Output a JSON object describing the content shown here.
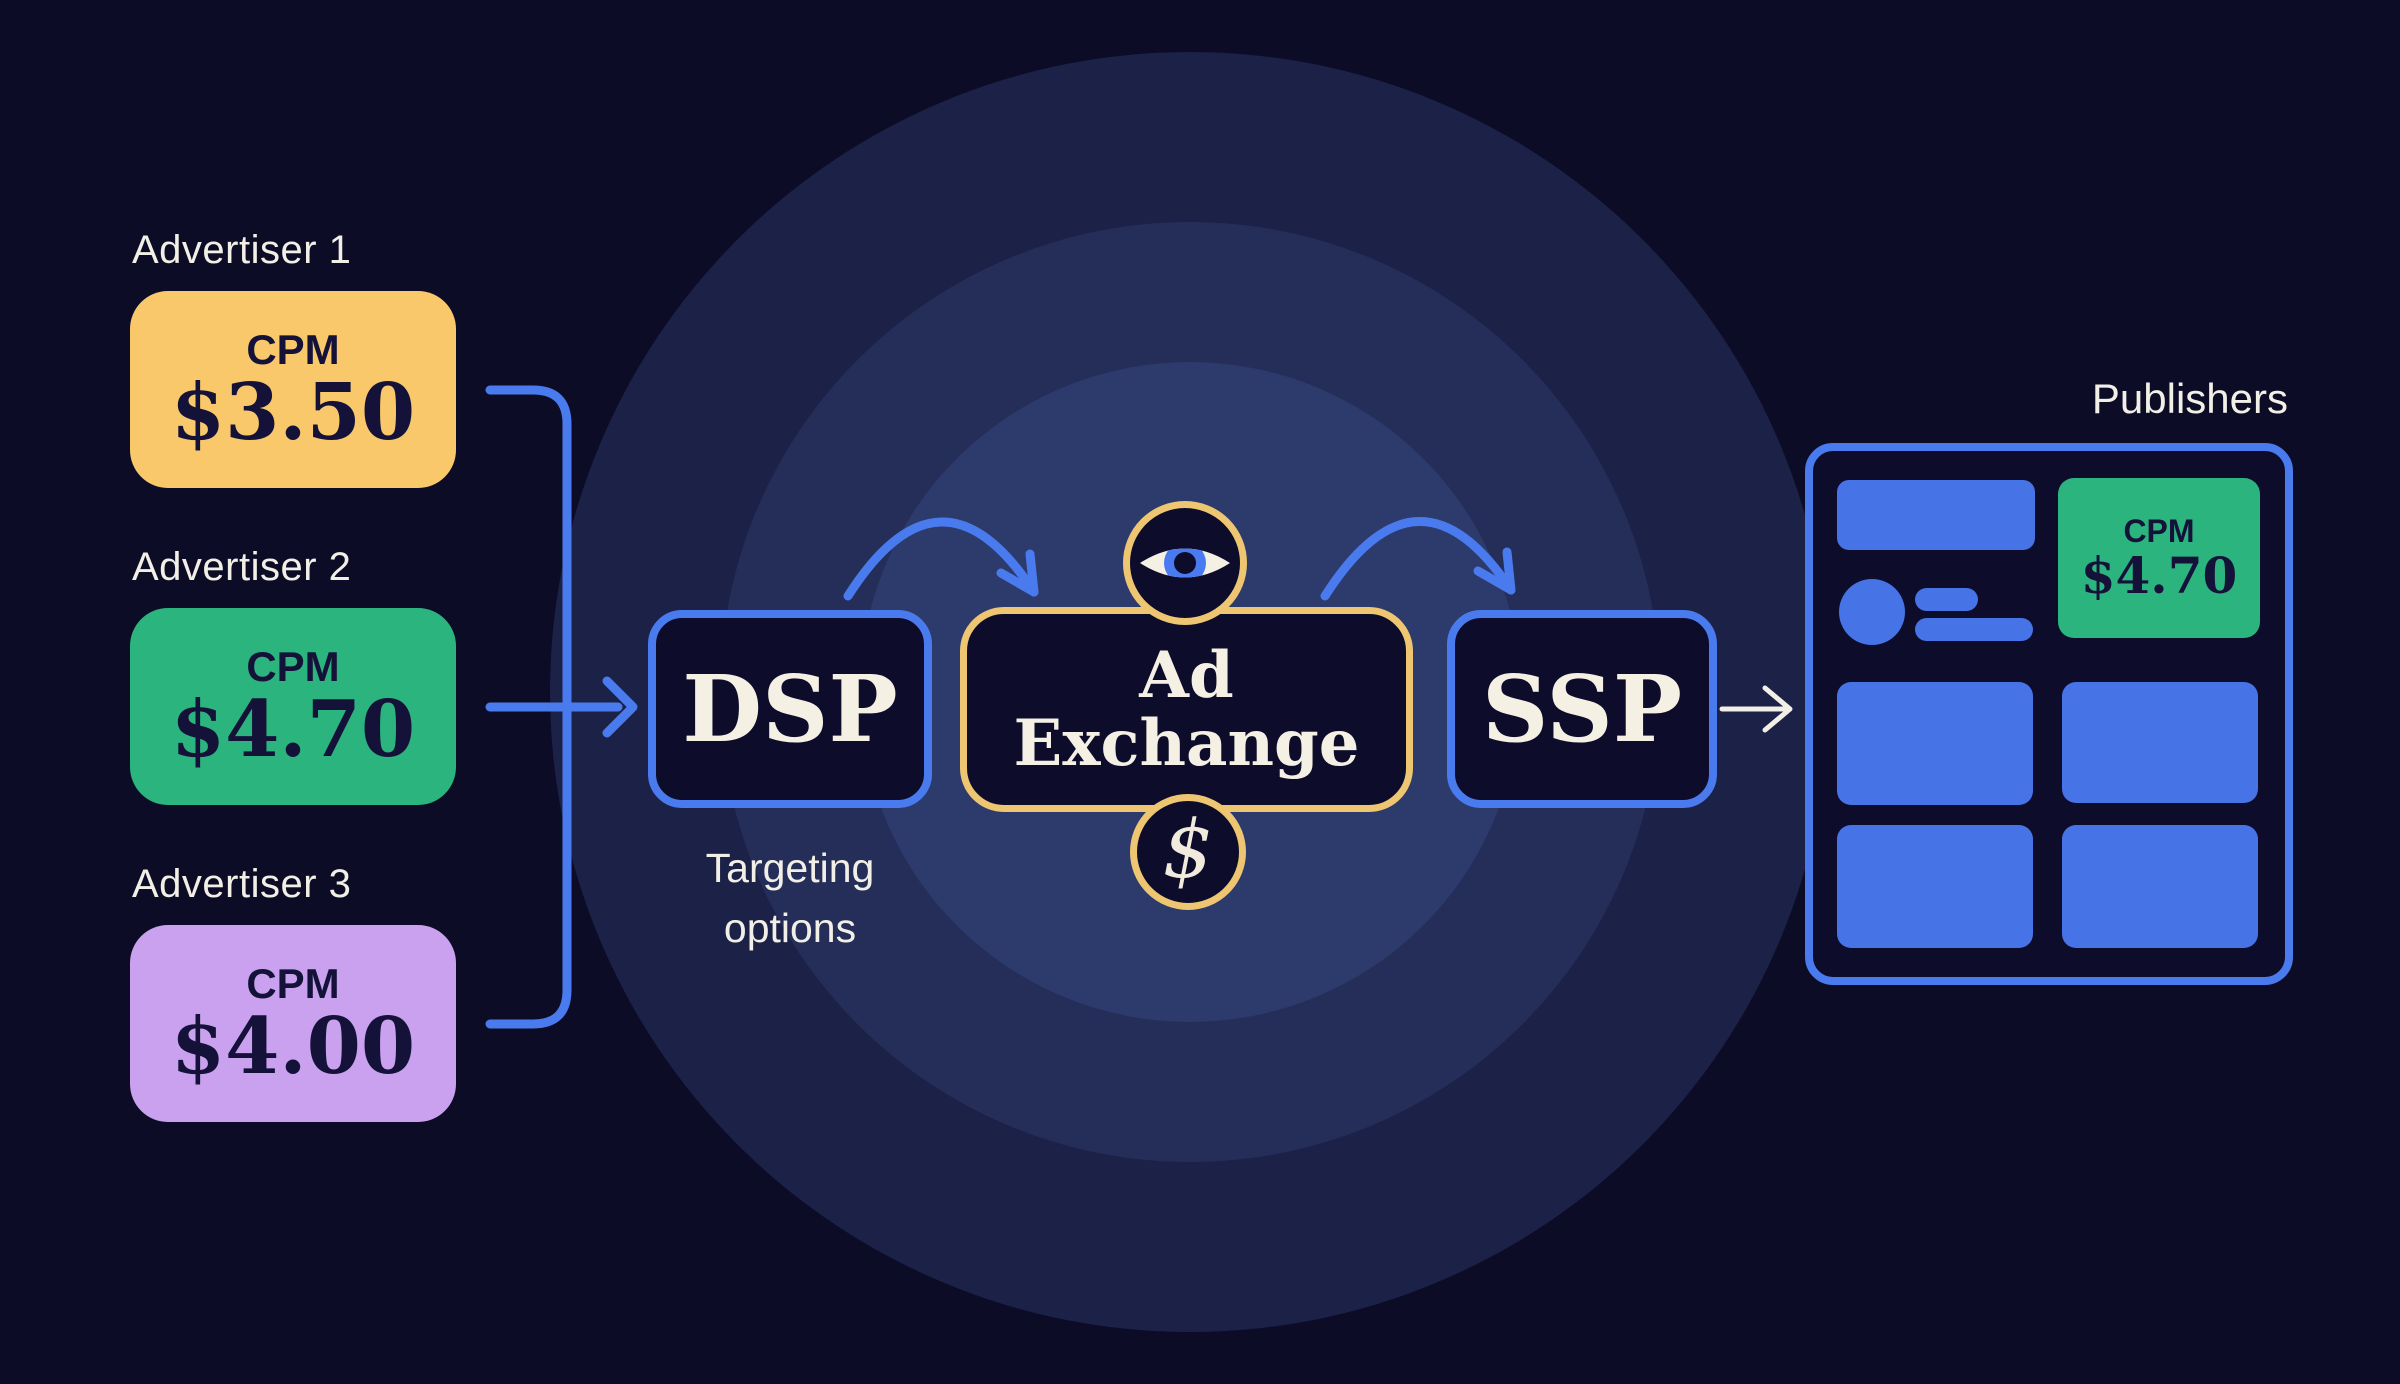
{
  "advertisers": [
    {
      "name": "Advertiser 1",
      "cpm_label": "CPM",
      "cpm_value": "$3.50",
      "card_color": "#f9c86b"
    },
    {
      "name": "Advertiser 2",
      "cpm_label": "CPM",
      "cpm_value": "$4.70",
      "card_color": "#2bb47e"
    },
    {
      "name": "Advertiser 3",
      "cpm_label": "CPM",
      "cpm_value": "$4.00",
      "card_color": "#c9a1ee"
    }
  ],
  "dsp": {
    "label": "DSP",
    "caption_line1": "Targeting",
    "caption_line2": "options"
  },
  "ad_exchange": {
    "label_line1": "Ad",
    "label_line2": "Exchange",
    "dollar_symbol": "$"
  },
  "ssp": {
    "label": "SSP"
  },
  "publishers": {
    "title": "Publishers",
    "winning_ad": {
      "cpm_label": "CPM",
      "cpm_value": "$4.70"
    }
  },
  "colors": {
    "background": "#0d0c27",
    "ring_outer": "#1c2148",
    "ring_middle": "#242e59",
    "ring_inner": "#2d3a6c",
    "accent_blue": "#4a7bee",
    "accent_gold": "#eec672",
    "cream_text": "#f5f0e4",
    "dark_text": "#15123a",
    "green": "#2bb47e",
    "yellow": "#f9c86b",
    "purple": "#c9a1ee",
    "box_fill": "#0d0c2b"
  }
}
